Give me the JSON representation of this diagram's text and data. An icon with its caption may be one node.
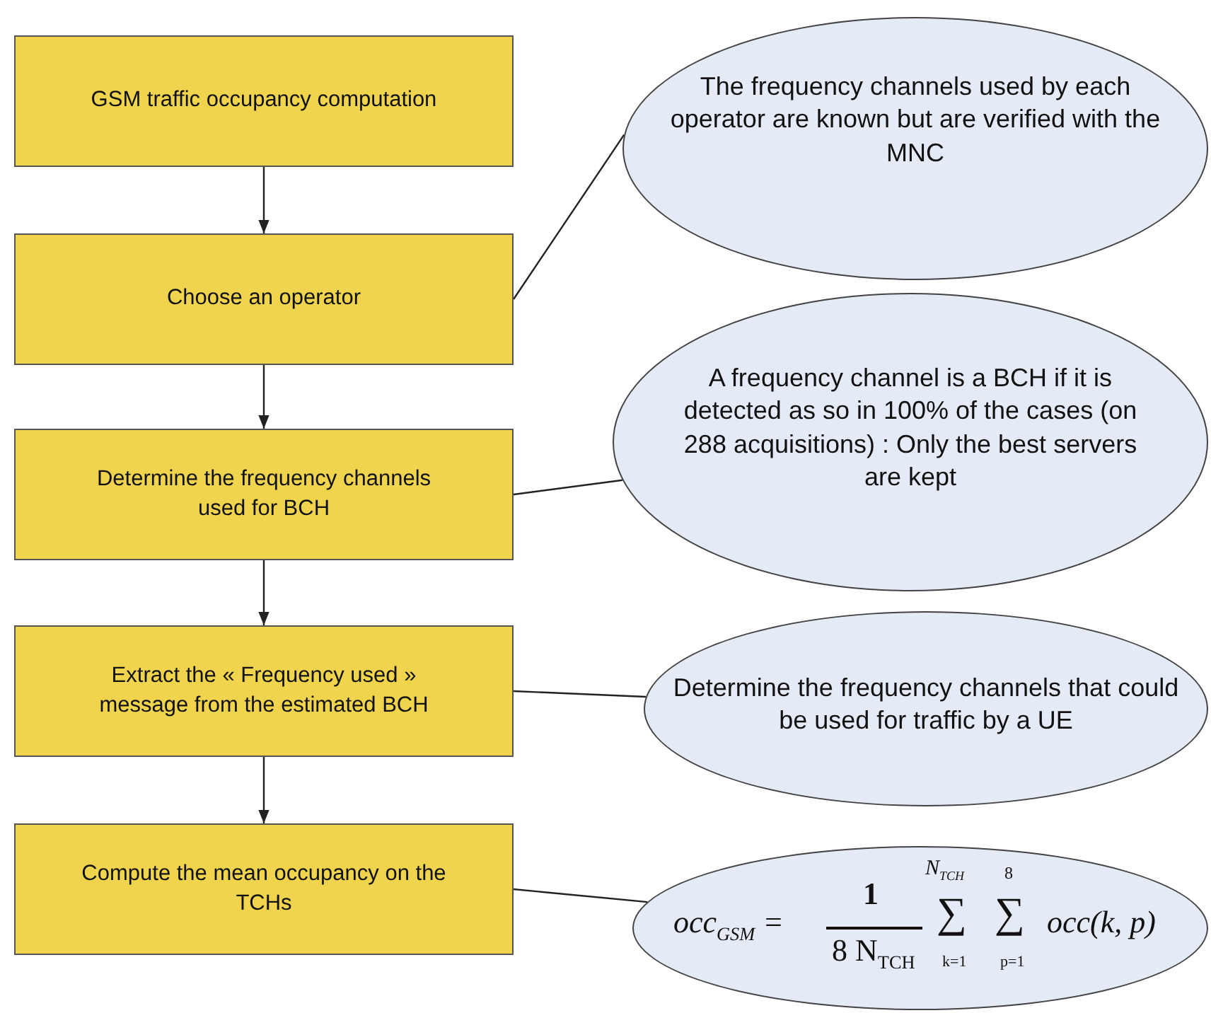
{
  "diagram": {
    "nodes": [
      {
        "text": [
          "GSM traffic occupancy computation"
        ]
      },
      {
        "text": [
          "Choose an operator"
        ]
      },
      {
        "text": [
          "Determine the frequency channels used for BCH"
        ]
      },
      {
        "text": [
          "Extract the « Frequency used » message from the estimated BCH"
        ]
      },
      {
        "text": [
          "Compute the mean occupancy on the TCHs"
        ]
      },
      {
        "text": [
          "The frequency channels used by each operator are known but are verified with the MNC"
        ]
      },
      {
        "text": [
          "A frequency channel is a BCH if it is detected as so in 100% of the cases (on 288 acquisitions) : Only the best servers are kept"
        ]
      },
      {
        "text": [
          "Determine the frequency channels that could be used for traffic by a UE"
        ]
      },
      {
        "text": [
          "occ$_{GSM}$ =",
          "1",
          "8 N$_{TCH}$",
          "N$_{TCH}$",
          "∑",
          "k=1",
          "8",
          "∑",
          "p=1",
          "occ(k, p)"
        ]
      }
    ],
    "edges": [
      {
        "from": 0,
        "to": 1,
        "arrow": "to"
      },
      {
        "from": 1,
        "to": 2,
        "arrow": "to"
      },
      {
        "from": 2,
        "to": 3,
        "arrow": "to"
      },
      {
        "from": 3,
        "to": 4,
        "arrow": "to"
      },
      {
        "from": 1,
        "to": 5,
        "arrow": "none"
      },
      {
        "from": 2,
        "to": 6,
        "arrow": "none"
      },
      {
        "from": 3,
        "to": 7,
        "arrow": "none"
      },
      {
        "from": 4,
        "to": 8,
        "arrow": "none"
      }
    ]
  }
}
